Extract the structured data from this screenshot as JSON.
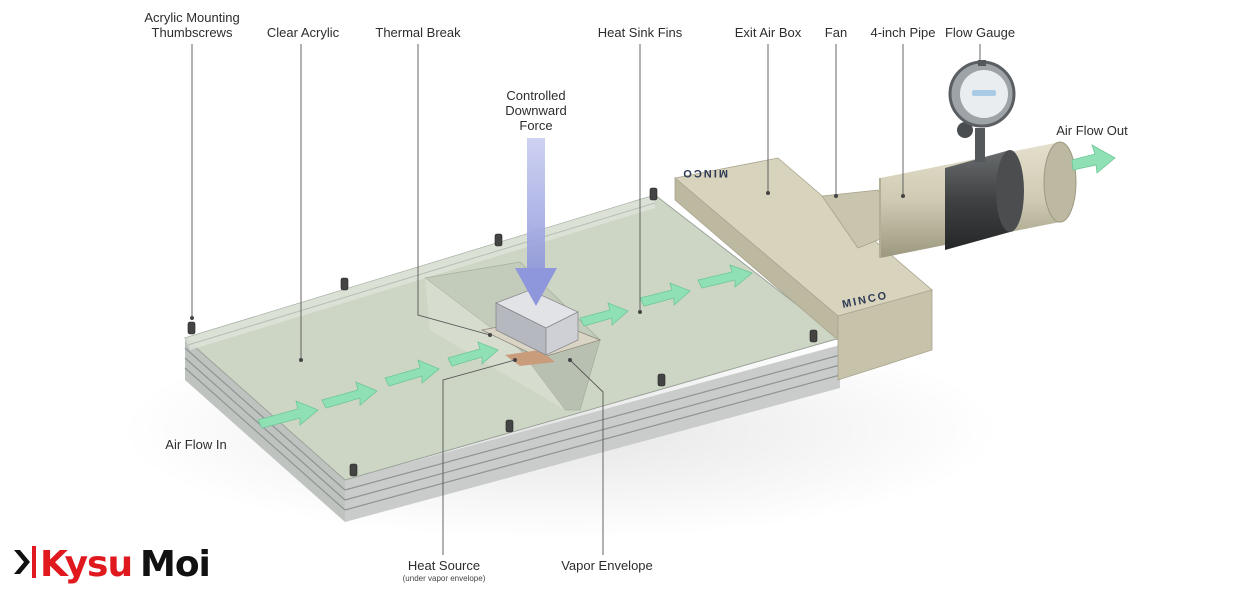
{
  "labels": {
    "acrylic_screws": [
      "Acrylic Mounting",
      "Thumbscrews"
    ],
    "clear_acrylic": "Clear Acrylic",
    "thermal_break": "Thermal Break",
    "force": [
      "Controlled",
      "Downward",
      "Force"
    ],
    "fins": "Heat Sink Fins",
    "exit_box": "Exit Air Box",
    "fan": "Fan",
    "pipe": "4-inch Pipe",
    "gauge": "Flow Gauge",
    "air_out": "Air Flow Out",
    "air_in": "Air Flow In",
    "heat_source": "Heat Source",
    "heat_source_note": "(under vapor envelope)",
    "vapor": "Vapor Envelope"
  },
  "box_brand": "MINCO",
  "watermark": "KysuMoi",
  "colors": {
    "arrow_green": "#8fe0b4",
    "force_arrow": "#8f97dc",
    "plate": "#cdd6c4",
    "box": "#cfcab3",
    "gauge_ring": "#3f4142",
    "brand_red": "#e0191e"
  }
}
